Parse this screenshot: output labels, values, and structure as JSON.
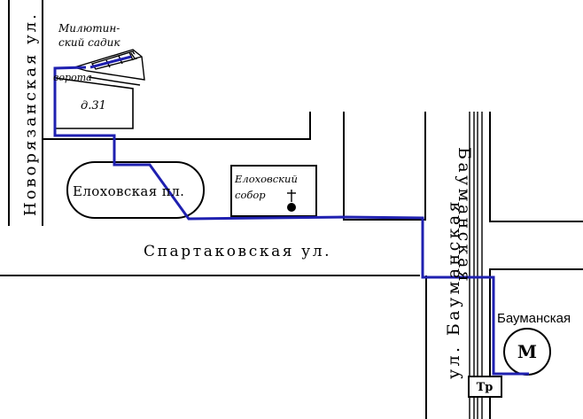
{
  "map": {
    "streets": {
      "novoryazanskaya": "Новорязанская ул.",
      "spartakovskaya": "Спартаковская ул.",
      "baumanskaya_upper": "Бауманская",
      "baumanskaya_lower": "ул. Бауманская"
    },
    "places": {
      "milyutin_line1": "Милютин-",
      "milyutin_line2": "ский садик",
      "vorota": "ворота",
      "house": "д.31",
      "elokhovskaya": "Елоховская пл.",
      "sobor_line1": "Елоховский",
      "sobor_line2": "собор"
    },
    "metro": {
      "station": "Бауманская",
      "symbol": "М",
      "tram": "Тр"
    }
  },
  "colors": {
    "route": "#1f20b0",
    "ink": "#000000",
    "background": "#ffffff"
  }
}
